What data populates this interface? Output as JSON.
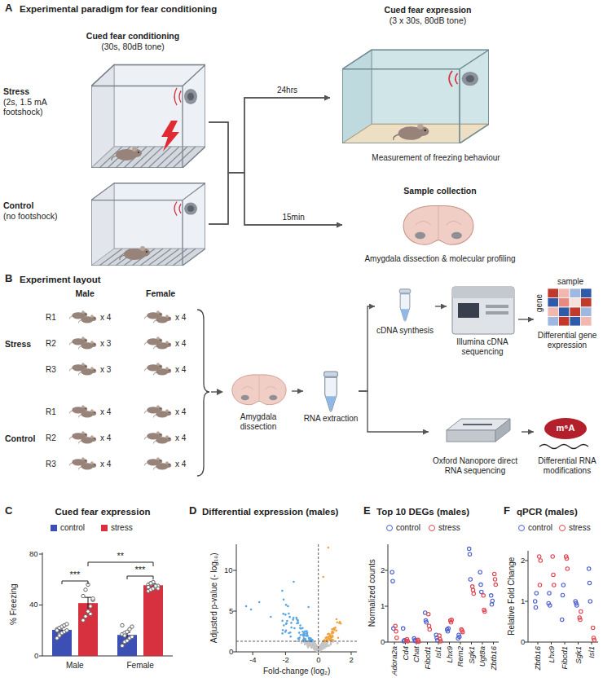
{
  "diagram": {
    "nodes": [
      {
        "text": [
          "Cued fear conditioning (30s, 80dB tone)",
          "Stress (2s, 1.5 mA footshock)"
        ]
      },
      {
        "text": [
          "Control (no footshock)"
        ]
      },
      {
        "text": [
          "Cued fear expression (3 x 30s, 80dB tone)",
          "Measurement of freezing behaviour"
        ]
      },
      {
        "text": [
          "Sample collection",
          "Amygdala dissection & molecular profiling"
        ]
      },
      {
        "text": [
          "Amygdala dissection"
        ]
      },
      {
        "text": [
          "RNA extraction"
        ]
      },
      {
        "text": [
          "cDNA synthesis"
        ]
      },
      {
        "text": [
          "Illumina cDNA sequencing"
        ]
      },
      {
        "text": [
          "sample",
          "gene",
          "Differential gene expression"
        ]
      },
      {
        "text": [
          "Oxford Nanopore direct RNA sequencing"
        ]
      },
      {
        "text": [
          "m⁶A",
          "Differential RNA modifications"
        ]
      }
    ],
    "edges": [
      {
        "from": 0,
        "to": 2,
        "arrow": "to",
        "label": "24hrs"
      },
      {
        "from": 1,
        "to": 2,
        "arrow": "to"
      },
      {
        "from": 0,
        "to": 3,
        "arrow": "to",
        "label": "15min"
      },
      {
        "from": 1,
        "to": 3,
        "arrow": "to"
      },
      {
        "from": 4,
        "to": 5,
        "arrow": "to"
      },
      {
        "from": 5,
        "to": 6,
        "arrow": "to"
      },
      {
        "from": 6,
        "to": 7,
        "arrow": "to"
      },
      {
        "from": 7,
        "to": 8,
        "arrow": "to"
      },
      {
        "from": 5,
        "to": 9,
        "arrow": "to"
      },
      {
        "from": 9,
        "to": 10,
        "arrow": "to"
      }
    ],
    "labels": [
      "A",
      "Experimental paradigm for fear conditioning",
      "B",
      "Experiment layout",
      "Male",
      "Female",
      "Stress",
      "Control",
      "R1",
      "x 4",
      "x 4",
      "R2",
      "x 3",
      "x 4",
      "R3",
      "x 3",
      "x 4",
      "R1",
      "x 4",
      "x 4",
      "R2",
      "x 4",
      "x 4",
      "R3",
      "x 4",
      "x 4",
      "C",
      "Cued fear expression",
      "% Freezing",
      "0",
      "40",
      "80",
      "Male",
      "Female",
      "***",
      "**",
      "***",
      "D",
      "Differential expression (males)",
      "Adjusted p-value (- log₁₀)",
      "0",
      "5",
      "10",
      "-4",
      "-2",
      "0",
      "2",
      "Fold-change (log₂)",
      "E",
      "Top 10 DEGs (males)",
      "Normalized counts",
      "0",
      "1",
      "2",
      "Adora2a",
      "Cd4",
      "Chat",
      "Fibcd1",
      "Isl1",
      "Lhx9",
      "Rem2",
      "Sgk1",
      "Ugt8a",
      "Zbtb16",
      "F",
      "qPCR (males)",
      "Relative Fold Change",
      "0",
      "1",
      "2",
      "Zbtb16",
      "Lhx9",
      "Fibcd1",
      "Sgk1",
      "Isl1"
    ],
    "legend": [
      {
        "text": "control",
        "color": "#3c4fb5"
      },
      {
        "text": "stress",
        "color": "#d7303f"
      },
      {
        "text": "control",
        "color": "#4a5fcf"
      },
      {
        "text": "stress",
        "color": "#e0434f"
      },
      {
        "text": "control",
        "color": "#4a5fcf"
      },
      {
        "text": "stress",
        "color": "#e0434f"
      }
    ]
  }
}
